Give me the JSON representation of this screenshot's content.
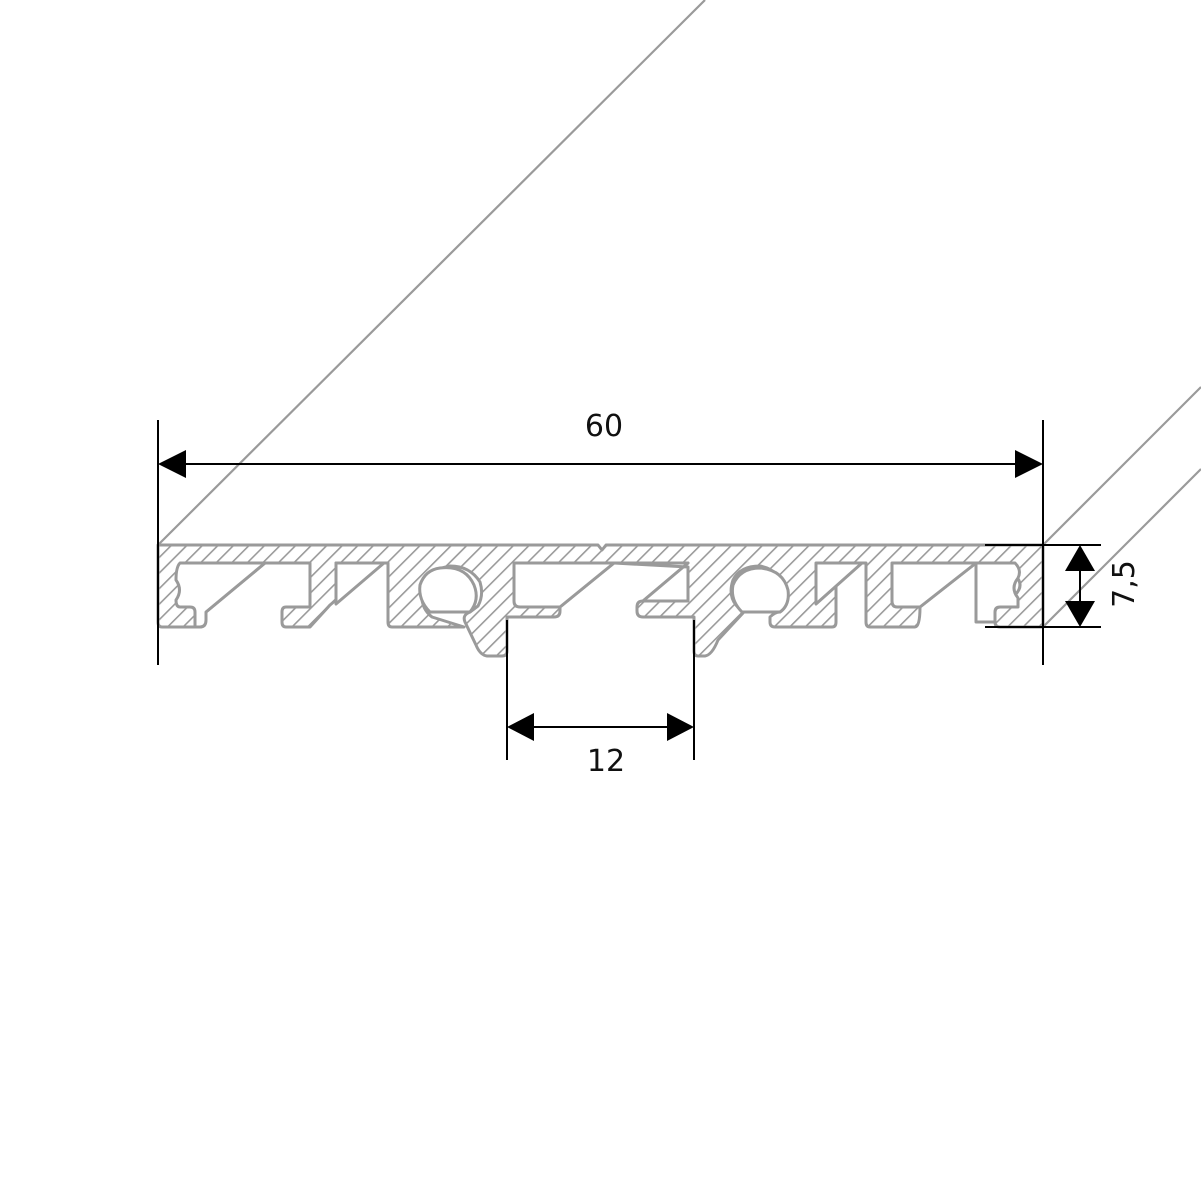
{
  "drawing": {
    "type": "technical cross-section of extruded aluminium profile",
    "colors": {
      "profile_outline": "#9a9a9a",
      "hatch": "#9a9a9a",
      "dimension_lines": "#000000",
      "background": "#ffffff"
    },
    "dimensions": {
      "overall_width": {
        "label": "60",
        "orientation": "horizontal"
      },
      "slot_width": {
        "label": "12",
        "orientation": "horizontal"
      },
      "height": {
        "label": "7,5",
        "orientation": "vertical"
      }
    }
  }
}
